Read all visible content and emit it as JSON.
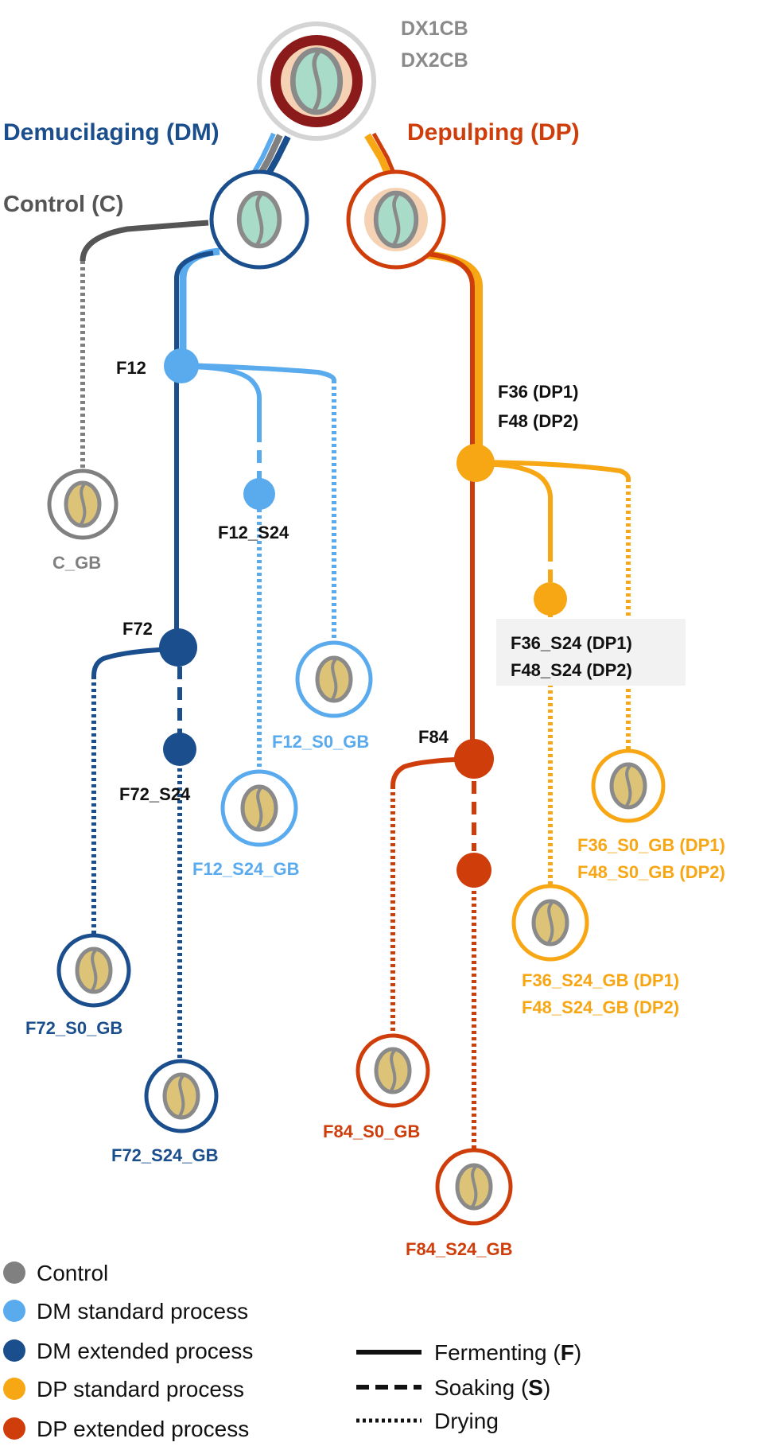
{
  "colors": {
    "control": "#808080",
    "dm_standard": "#5aaaee",
    "dm_extended": "#1a4e8c",
    "dp_standard": "#f7a614",
    "dp_extended": "#cf3d0a",
    "black": "#111111",
    "bean_green": "#a8dcc8",
    "bean_yellow": "#dcc377",
    "bean_outline": "#8a8a8a",
    "cherry_red": "#8b1a1a",
    "pulp_peach": "#f6d2b4"
  },
  "root": {
    "label_1": "DX1CB",
    "label_2": "DX2CB"
  },
  "branches": {
    "dm": "Demucilaging (DM)",
    "dp": "Depulping (DP)",
    "control": "Control (C)"
  },
  "nodes": {
    "f12": "F12",
    "f12_s24": "F12_S24",
    "f72": "F72",
    "f72_s24": "F72_S24",
    "f36_1": "F36 (DP1)",
    "f36_2": "F48 (DP2)",
    "f36s24_1": "F36_S24 (DP1)",
    "f36s24_2": "F48_S24 (DP2)",
    "f84": "F84"
  },
  "beans": {
    "c_gb": "C_GB",
    "f12_s0_gb": "F12_S0_GB",
    "f12_s24_gb": "F12_S24_GB",
    "f72_s0_gb": "F72_S0_GB",
    "f72_s24_gb": "F72_S24_GB",
    "f36_s0_gb_1": "F36_S0_GB (DP1)",
    "f36_s0_gb_2": "F48_S0_GB (DP2)",
    "f36_s24_gb_1": "F36_S24_GB (DP1)",
    "f36_s24_gb_2": "F48_S24_GB (DP2)",
    "f84_s0_gb": "F84_S0_GB",
    "f84_s24_gb": "F84_S24_GB"
  },
  "legend": {
    "control": "Control",
    "dm_standard": "DM standard process",
    "dm_extended": "DM extended process",
    "dp_standard": "DP standard process",
    "dp_extended": "DP extended process",
    "fermenting_prefix": "Fermenting (",
    "fermenting_letter": "F",
    "soaking_prefix": "Soaking (",
    "soaking_letter": "S",
    "close_paren": ")",
    "drying": "Drying"
  }
}
